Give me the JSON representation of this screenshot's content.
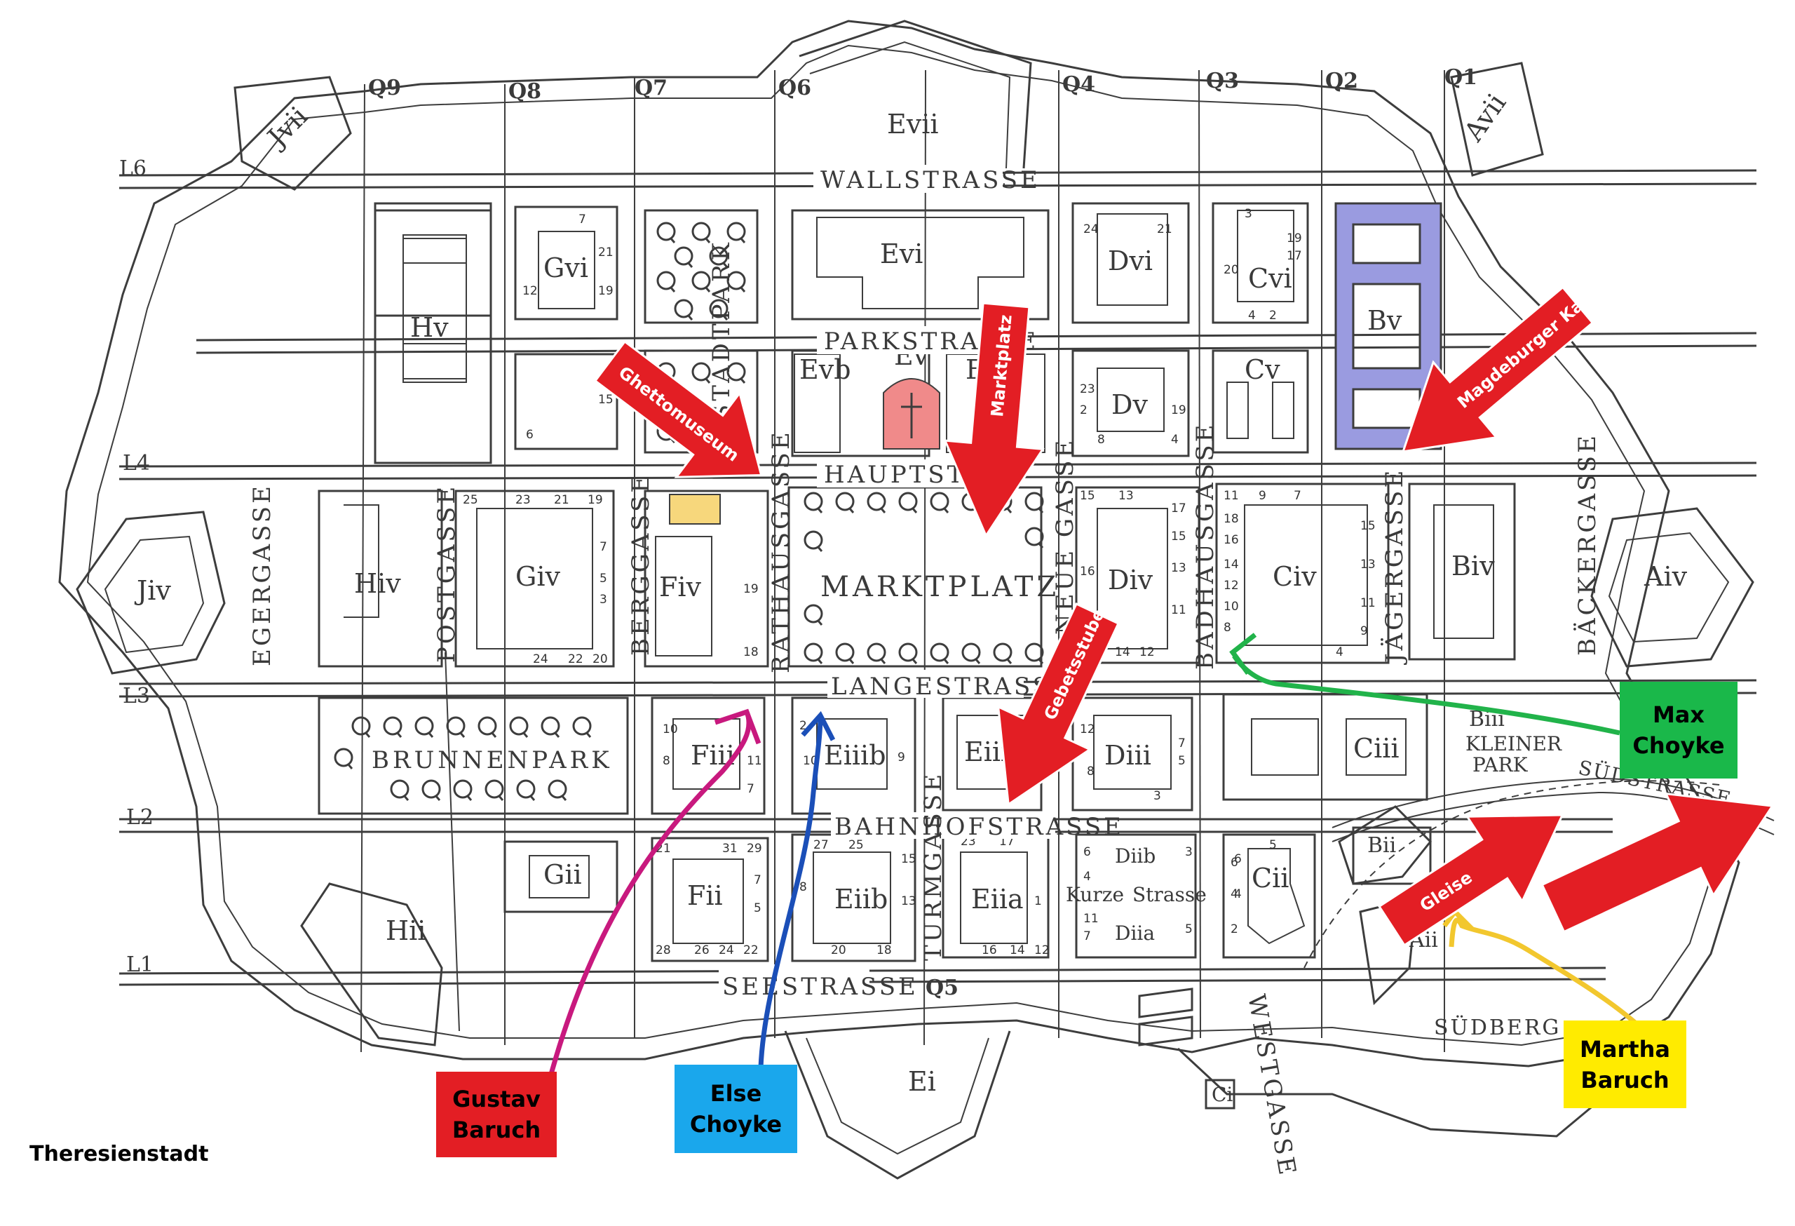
{
  "title": "Theresienstadt",
  "streets": {
    "wallstrasse": "WALLSTRASSE",
    "parkstrasse": "PARKSTRASSE",
    "hauptstrasse": "HAUPTSTRA",
    "langestrasse": "LANGESTRASSE",
    "bahnhofstrasse": "BAHNHOFSTRASSE",
    "seestrasse": "SEESTRASSE",
    "suedstrasse": "SÜDSTRASSE",
    "kurze": "Kurze",
    "strasse": "Strasse",
    "egergasse": "EGERGASSE",
    "postgasse": "POSTGASSE",
    "berggasse": "BERGGASSE",
    "rathausgasse": "RATHAUSGASSE",
    "neuegasse": "NEUE GASSE",
    "badhausgasse": "BADHAUSGASSE",
    "jaegergasse": "JÄGERGASSE",
    "baeckergasse": "BÄCKERGASSE",
    "turmgasse": "TURMGASSE",
    "westgasse": "WESTGASSE"
  },
  "places": {
    "marktplatz": "MARKTPLATZ",
    "brunnenpark": "BRUNNENPARK",
    "stadtpark": "STADTPARK",
    "kleiner": "KLEINER",
    "park": "PARK",
    "suedberg": "SÜDBERG"
  },
  "grid_cols": [
    "Q9",
    "Q8",
    "Q7",
    "Q6",
    "Q4",
    "Q3",
    "Q2",
    "Q1",
    "Q5"
  ],
  "grid_rows": [
    "L6",
    "L4",
    "L3",
    "L2",
    "L1"
  ],
  "blocks": {
    "jvii": "Jvii",
    "avii": "Avii",
    "evii": "Evii",
    "evi": "Evi",
    "gvi": "Gvi",
    "hv": "Hv",
    "dvi": "Dvi",
    "cvi": "Cvi",
    "bv": "Bv",
    "evb": "Evb",
    "ev": "Ev",
    "e": "E",
    "dv": "Dv",
    "cv": "Cv",
    "jiv": "Jiv",
    "hiv": "Hiv",
    "giv": "Giv",
    "fiv": "Fiv",
    "div": "Div",
    "civ": "Civ",
    "biv": "Biv",
    "aiv": "Aiv",
    "fiii": "Fiii",
    "eiiib": "Eiiib",
    "eiii": "Eiii",
    "diii": "Diii",
    "ciii": "Ciii",
    "biii": "Biii",
    "gii": "Gii",
    "hii": "Hii",
    "fii": "Fii",
    "eiib": "Eiib",
    "eiia": "Eiia",
    "diib": "Diib",
    "diia": "Diia",
    "cii": "Cii",
    "bii": "Bii",
    "aii": "Aii",
    "ei": "Ei",
    "ci": "Ci"
  },
  "arrows": {
    "ghettomuseum": "Ghettomuseum",
    "marktplatz": "Marktplatz",
    "magdeburger": "Magdeburger Kaserne",
    "gebetsstube": "Gebetsstube",
    "gleise": "Gleise"
  },
  "people": {
    "gustav": "Gustav\nBaruch",
    "else": "Else\nChoyke",
    "max": "Max\nChoyke",
    "martha": "Martha\nBaruch"
  },
  "colors": {
    "arrow_red": "#e31e24",
    "gustav_bg": "#e31e24",
    "else_bg": "#1aa7ec",
    "max_bg": "#1ab84a",
    "martha_bg": "#ffeb00",
    "highlight_yellow": "#f7d77c",
    "highlight_church": "#f08a8a",
    "highlight_kaserne": "#9a9be0",
    "line_magenta": "#c8197e",
    "line_blue": "#1b4fb8",
    "line_green": "#21b34a",
    "line_yellow": "#f2c72e"
  }
}
